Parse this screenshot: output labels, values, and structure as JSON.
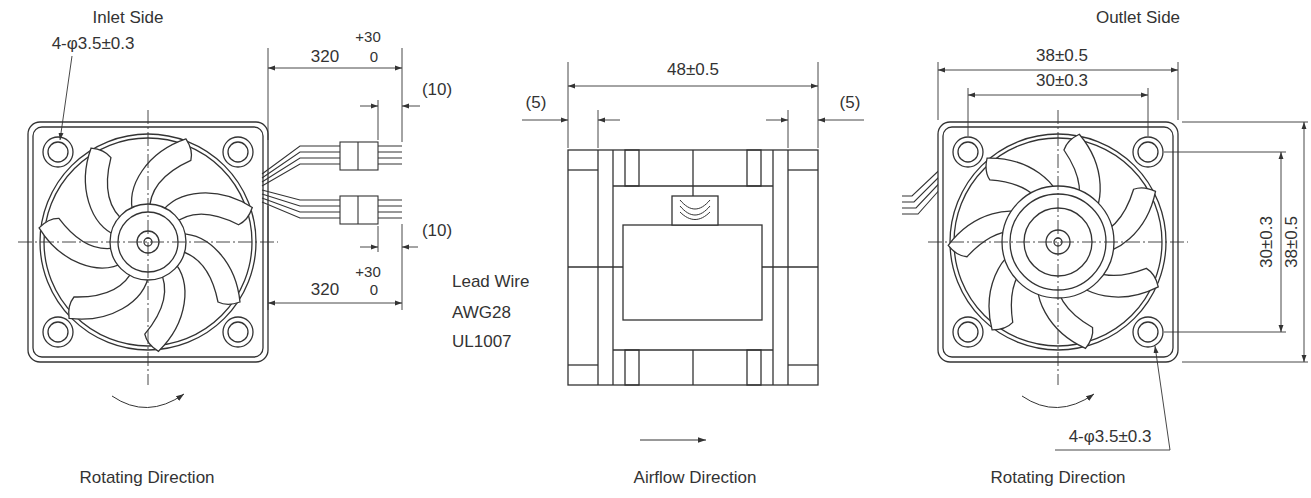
{
  "diagram": {
    "labels": [
      "Inlet Side",
      "Outlet Side",
      "4-φ3.5±0.3",
      "+30",
      "320",
      "0",
      "(10)",
      "(10)",
      "+30",
      "320",
      "0",
      "Lead Wire",
      "AWG28",
      "UL1007",
      "(5)",
      "48±0.5",
      "(5)",
      "38±0.5",
      "30±0.3",
      "30±0.3",
      "38±0.5",
      "4-φ3.5±0.3",
      "Rotating Direction",
      "Airflow Direction",
      "Rotating Direction"
    ]
  }
}
